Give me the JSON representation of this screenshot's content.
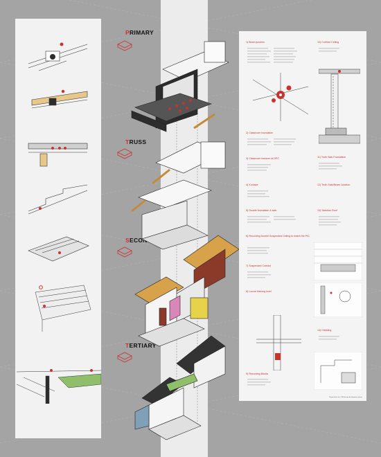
{
  "stages": [
    {
      "key": "primary",
      "first": "P",
      "rest": "RIMARY"
    },
    {
      "key": "truss",
      "first": "T",
      "rest": "RUSS"
    },
    {
      "key": "secondary",
      "first": "S",
      "rest": "ECONDARY"
    },
    {
      "key": "tertiary",
      "first": "T",
      "rest": "ERTIARY"
    }
  ],
  "sheet": {
    "col1": [
      "1) Beam junction",
      "2) Classroom foundation",
      "3) Classroom transom at DPC",
      "4) X-shape",
      "5) Double foundation & slab",
      "6) Recording Double Suspended Ceiling to match the PIC",
      "7) Suspended Corridor",
      "8) Louvre framing level",
      "9) Recording Blocks"
    ],
    "col2": [
      "10) Corridor Ceiling",
      "11) Truth Slab Foundation",
      "12) Truth Slab/Beam Junction",
      "13) Skeleton Roof",
      "14) Cladding"
    ],
    "credit": "Prepared for the CSM design development phase"
  },
  "colors": {
    "background": "#a4a4a4",
    "panel": "#f2f2f2",
    "accent_red": "#c8322f",
    "timber": "#d7a24a",
    "green_roof": "#8fbf6a",
    "dark": "#2c2c2c"
  }
}
